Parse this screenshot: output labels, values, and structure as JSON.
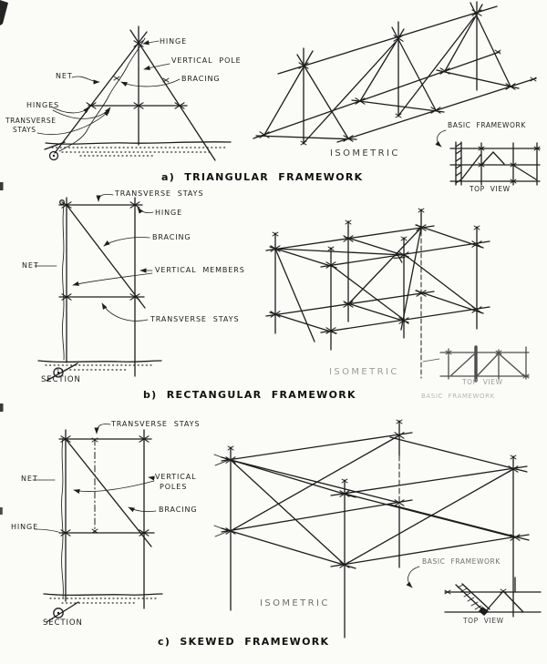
{
  "colors": {
    "ink": "#1d1d1d",
    "paper": "#fbfbf8",
    "faded": "#9c9c9c"
  },
  "sections": {
    "a": {
      "caption": "a)  TRIANGULAR  FRAMEWORK",
      "labels": {
        "hinge": "HINGE",
        "vertical_pole": "VERTICAL  POLE",
        "net": "NET",
        "bracing": "BRACING",
        "hinges": "HINGES",
        "transverse": "TRANSVERSE",
        "stays": "STAYS",
        "isometric": "ISOMETRIC",
        "basic_framework": "BASIC  FRAMEWORK",
        "top_view": "TOP  VIEW"
      }
    },
    "b": {
      "caption": "b)  RECTANGULAR  FRAMEWORK",
      "labels": {
        "transverse_stays_top": "TRANSVERSE  STAYS",
        "hinge": "HINGE",
        "bracing": "BRACING",
        "net": "NET",
        "vertical_members": "VERTICAL  MEMBERS",
        "transverse_stays_bottom": "TRANSVERSE  STAYS",
        "section": "SECTION",
        "isometric": "ISOMETRIC",
        "top_view": "TOP  VIEW",
        "basic_framework": "BASIC  FRAMEWORK"
      }
    },
    "c": {
      "caption": "c)  SKEWED  FRAMEWORK",
      "labels": {
        "transverse_stays": "TRANSVERSE  STAYS",
        "net": "NET",
        "vertical": "VERTICAL",
        "poles": "POLES",
        "bracing": "BRACING",
        "hinge": "HINGE",
        "section": "SECTION",
        "isometric": "ISOMETRIC",
        "basic_framework": "BASIC  FRAMEWORK",
        "top_view": "TOP  VIEW"
      }
    }
  }
}
